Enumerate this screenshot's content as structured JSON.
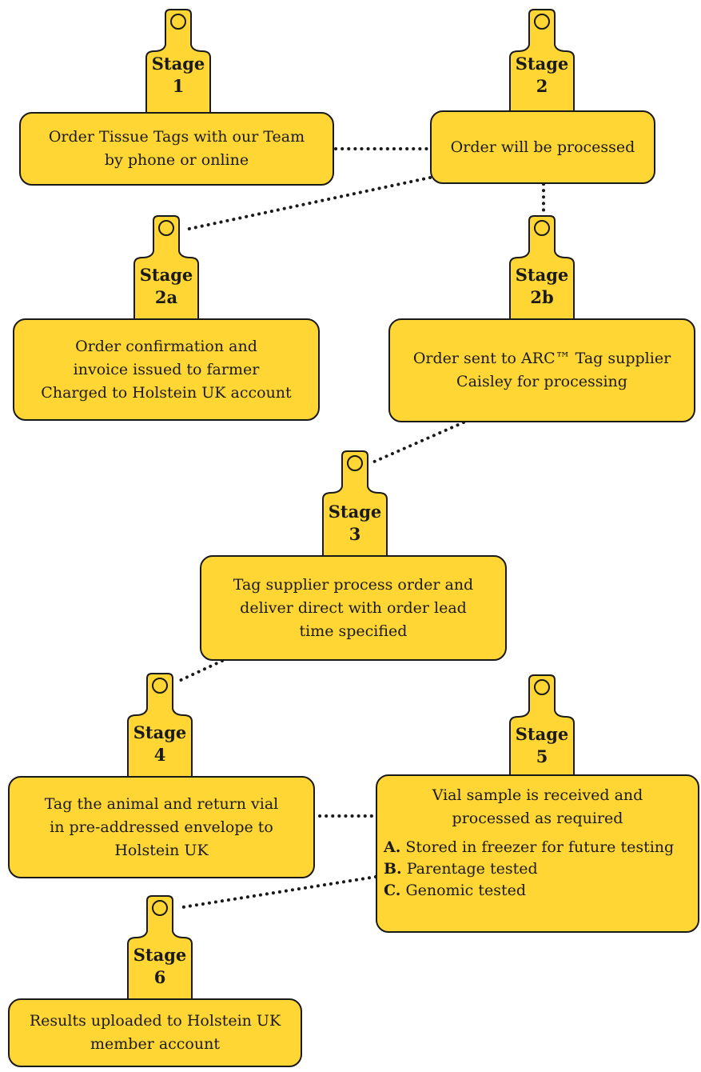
{
  "colors": {
    "fill": "#ffd633",
    "stroke": "#1a1a1a",
    "connector": "#1a1a1a"
  },
  "stages": [
    {
      "id": "1",
      "label": "Stage",
      "number": "1",
      "lines": [
        "Order Tissue Tags with our Team",
        "by phone or online"
      ]
    },
    {
      "id": "2",
      "label": "Stage",
      "number": "2",
      "lines": [
        "Order will be processed"
      ]
    },
    {
      "id": "2a",
      "label": "Stage",
      "number": "2a",
      "lines": [
        "Order confirmation and",
        "invoice issued to farmer",
        "Charged to Holstein UK account"
      ]
    },
    {
      "id": "2b",
      "label": "Stage",
      "number": "2b",
      "lines": [
        "Order sent to ARC™ Tag supplier",
        "Caisley for processing"
      ]
    },
    {
      "id": "3",
      "label": "Stage",
      "number": "3",
      "lines": [
        "Tag supplier process order and",
        "deliver direct with order lead",
        "time specified"
      ]
    },
    {
      "id": "4",
      "label": "Stage",
      "number": "4",
      "lines": [
        "Tag the animal and return vial",
        "in pre-addressed envelope to",
        "Holstein UK"
      ]
    },
    {
      "id": "5",
      "label": "Stage",
      "number": "5",
      "lines": [
        "Vial sample is received and",
        "processed as required"
      ],
      "items": [
        {
          "key": "A.",
          "text": "Stored in freezer for future testing"
        },
        {
          "key": "B.",
          "text": "Parentage tested"
        },
        {
          "key": "C.",
          "text": "Genomic tested"
        }
      ]
    },
    {
      "id": "6",
      "label": "Stage",
      "number": "6",
      "lines": [
        "Results uploaded to Holstein UK",
        "member account"
      ]
    }
  ]
}
